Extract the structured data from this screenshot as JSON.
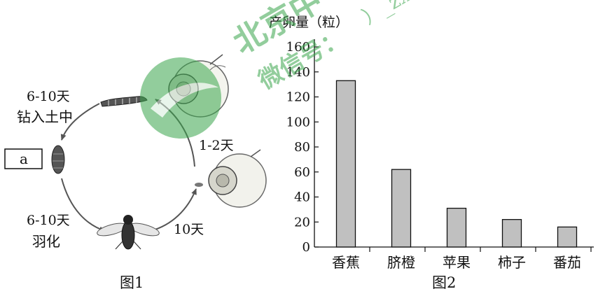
{
  "figure1": {
    "caption": "图1",
    "label_egg_to_larva": "1-2天",
    "label_larva_duration": "6-10天",
    "label_larva_action": "钻入土中",
    "label_pupa": "a",
    "label_pupa_duration": "6-10天",
    "label_pupa_action": "羽化",
    "label_adult_to_egg": "10天"
  },
  "figure2": {
    "caption": "图2"
  },
  "watermark": {
    "text_line1": "北京中",
    "text_line2": "微信号：",
    "text_tail": "）_zx",
    "color": "#2ea043"
  },
  "chart_data": {
    "type": "bar",
    "ylabel": "产卵量（粒）",
    "categories": [
      "香蕉",
      "脐橙",
      "苹果",
      "柿子",
      "番茄"
    ],
    "values": [
      133,
      62,
      31,
      22,
      16
    ],
    "ylim": [
      0,
      160
    ],
    "yticks": [
      0,
      20,
      40,
      60,
      80,
      100,
      120,
      140,
      160
    ],
    "bar_color": "#c0c0c0",
    "grid": false
  }
}
